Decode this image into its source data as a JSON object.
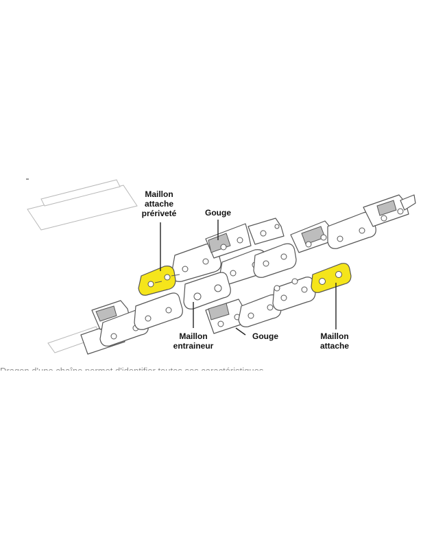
{
  "labels": {
    "maillon_attache_preriv_l1": "Maillon",
    "maillon_attache_preriv_l2": "attache",
    "maillon_attache_preriv_l3": "prériveté",
    "gouge_top": "Gouge",
    "maillon_entraineur_l1": "Maillon",
    "maillon_entraineur_l2": "entraineur",
    "gouge_bottom": "Gouge",
    "maillon_attache_l1": "Maillon",
    "maillon_attache_l2": "attache"
  },
  "caption": "Dragon d'une chaîne permet d'identifier toutes ses caractéristiques",
  "colors": {
    "highlight": "#f5e51b",
    "outline": "#555555"
  }
}
